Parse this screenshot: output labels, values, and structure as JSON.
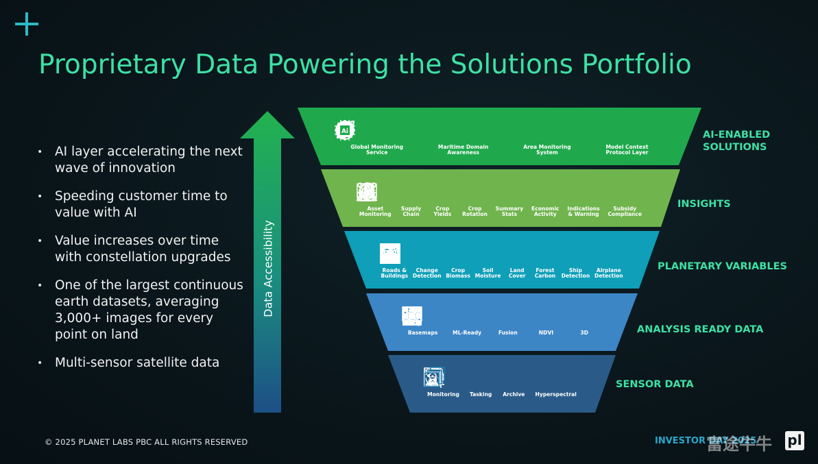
{
  "title": "Proprietary Data Powering the Solutions Portfolio",
  "bullets": [
    "AI layer accelerating the next wave of innovation",
    "Speeding customer time to value with AI",
    "Value increases over time with constellation upgrades",
    "One of the largest continuous earth datasets, averaging 3,000+ images for every point on land",
    "Multi-sensor satellite data"
  ],
  "arrow_label": "Data Accessibility",
  "tiers": [
    {
      "label": "AI-ENABLED\nSOLUTIONS",
      "color": "#1fa94c",
      "items": [
        {
          "icon": "globe-icon",
          "label": "Global Monitoring\nService"
        },
        {
          "icon": "ship-wheel-icon",
          "label": "Maritime Domain\nAwareness"
        },
        {
          "icon": "leaf-icon",
          "label": "Area Monitoring\nSystem"
        },
        {
          "icon": "ai-chip-icon",
          "label": "Model Context\nProtocol Layer"
        }
      ]
    },
    {
      "label": "INSIGHTS",
      "color": "#6fb44d",
      "items": [
        {
          "icon": "map-pin-icon",
          "label": "Asset\nMonitoring"
        },
        {
          "icon": "supply-chain-icon",
          "label": "Supply\nChain"
        },
        {
          "icon": "crop-rows-icon",
          "label": "Crop\nYields"
        },
        {
          "icon": "rotation-icon",
          "label": "Crop\nRotation"
        },
        {
          "icon": "stats-screen-icon",
          "label": "Summary\nStats"
        },
        {
          "icon": "economic-hand-icon",
          "label": "Economic\nActivity"
        },
        {
          "icon": "warning-icon",
          "label": "Indications\n& Warning"
        },
        {
          "icon": "check-icon",
          "label": "Subsidy\nCompliance"
        }
      ]
    },
    {
      "label": "PLANETARY VARIABLES",
      "color": "#0f9fb8",
      "items": [
        {
          "icon": "buildings-icon",
          "label": "Roads &\nBuildings"
        },
        {
          "icon": "change-detect-icon",
          "label": "Change\nDetection"
        },
        {
          "icon": "flask-icon",
          "label": "Crop\nBiomass"
        },
        {
          "icon": "sprout-icon",
          "label": "Soil\nMoisture"
        },
        {
          "icon": "land-map-icon",
          "label": "Land\nCover"
        },
        {
          "icon": "tree-icon",
          "label": "Forest\nCarbon"
        },
        {
          "icon": "ship-icon",
          "label": "Ship\nDetection"
        },
        {
          "icon": "airplane-icon",
          "label": "Airplane\nDetection"
        }
      ]
    },
    {
      "label": "ANALYSIS READY DATA",
      "color": "#3d86c6",
      "items": [
        {
          "icon": "grid-square-icon",
          "label": "Basemaps"
        },
        {
          "icon": "binary-screen-icon",
          "label": "ML-Ready"
        },
        {
          "icon": "fusion-icon",
          "label": "Fusion"
        },
        {
          "icon": "ndvi-grid-icon",
          "label": "NDVI"
        },
        {
          "icon": "cube-3d-icon",
          "label": "3D"
        }
      ]
    },
    {
      "label": "SENSOR DATA",
      "color": "#2a5b88",
      "items": [
        {
          "icon": "clock-24h-icon",
          "label": "Monitoring"
        },
        {
          "icon": "target-frame-icon",
          "label": "Tasking"
        },
        {
          "icon": "image-stack-icon",
          "label": "Archive"
        },
        {
          "icon": "layers-icon",
          "label": "Hyperspectral"
        }
      ]
    }
  ],
  "footer": "© 2025 PLANET LABS PBC ALL RIGHTS RESERVED",
  "investor_text": "INVESTOR DAY 2025",
  "logo_text": "pl",
  "watermark": "富途牛牛"
}
